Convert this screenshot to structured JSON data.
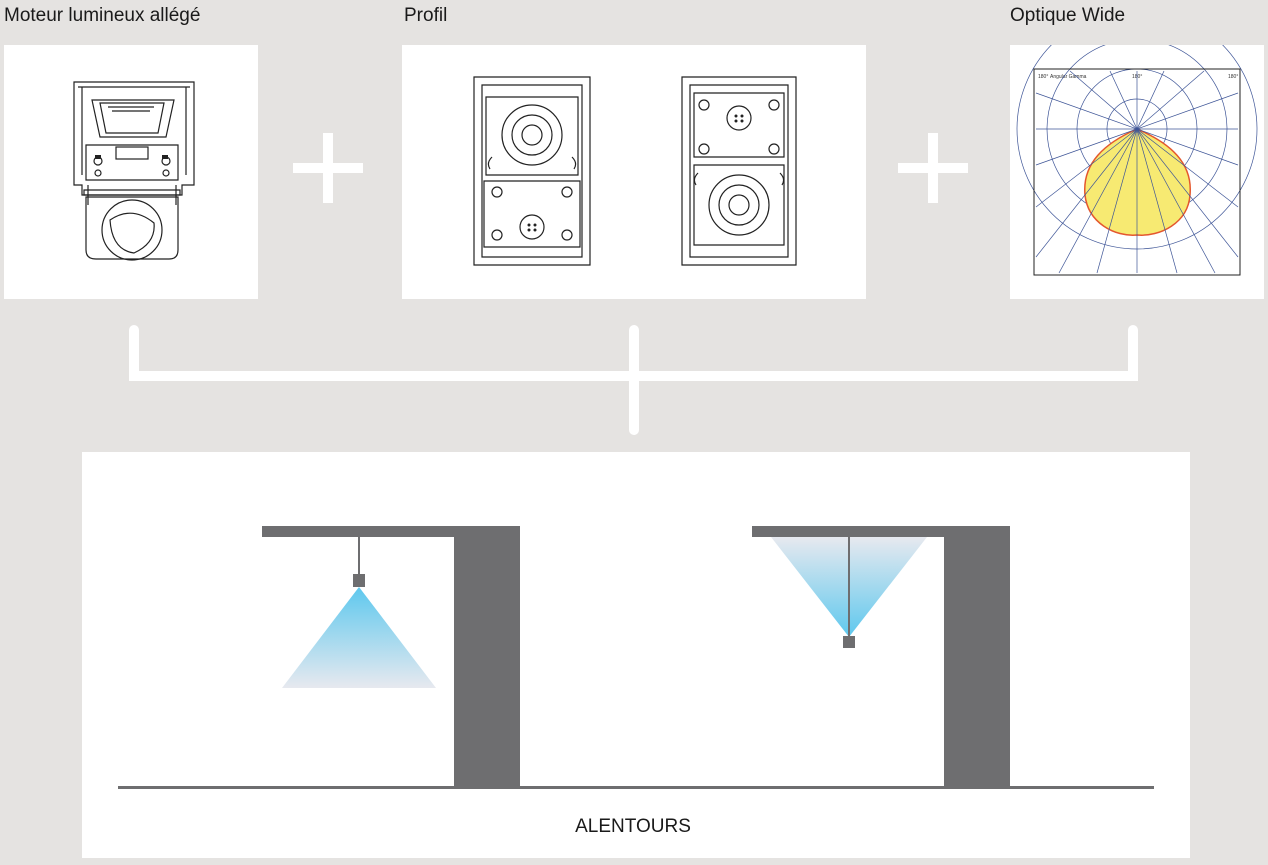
{
  "labels": {
    "engine": "Moteur lumineux allégé",
    "profile": "Profil",
    "optic": "Optique Wide",
    "bottom": "ALENTOURS"
  },
  "polar_chart": {
    "header_left": "180°",
    "header_mid": "180°",
    "header_right": "180°",
    "header_sub": "Angular Gamma"
  },
  "colors": {
    "background": "#e5e3e1",
    "panel": "#ffffff",
    "wall": "#6e6e70",
    "beam": "#5ec8ee",
    "polar_fill": "#f7ea72",
    "polar_edge": "#e4572e",
    "polar_grid": "#3e5597"
  },
  "icons": {
    "plus": "plus-icon",
    "engine": "light-engine-drawing",
    "profile": "profile-drawing",
    "optic": "polar-diagram"
  }
}
